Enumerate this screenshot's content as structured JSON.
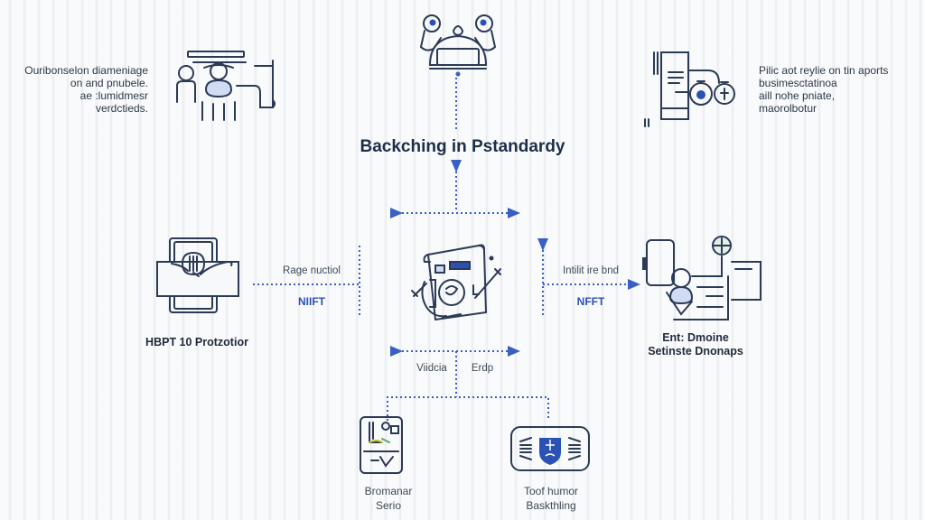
{
  "diagram": {
    "title": "Backching in Pstandardy",
    "top_left_note": [
      "Ouribonselon diameniage",
      "on and pnubele.",
      "ae :lumidmesr",
      "verdctieds."
    ],
    "top_right_note": [
      "Pilic aot reylie on tin aports",
      "busimesctatinoa",
      "aill nohe pniate,",
      "maorolbotur"
    ],
    "left_connector": {
      "label": "Rage nuctiol",
      "accent": "NIIFT"
    },
    "right_connector": {
      "label": "Intilit ire bnd",
      "accent": "NFFT"
    },
    "center_labels": {
      "left": "Viidcia",
      "right": "Erdp"
    },
    "left_node": {
      "caption": "HBPT 10 Protzotior"
    },
    "right_node": {
      "caption": [
        "Ent: Dmoine",
        "Setinste Dnonaps"
      ]
    },
    "bottom_left_node": {
      "caption": [
        "Bromanar",
        "Serio"
      ]
    },
    "bottom_right_node": {
      "caption": [
        "Toof humor",
        "Baskthling"
      ]
    },
    "colors": {
      "line": "#2b3a55",
      "accent": "#2a52b5",
      "connector": "#3a5fc4",
      "background": "#f7f8f9"
    }
  }
}
